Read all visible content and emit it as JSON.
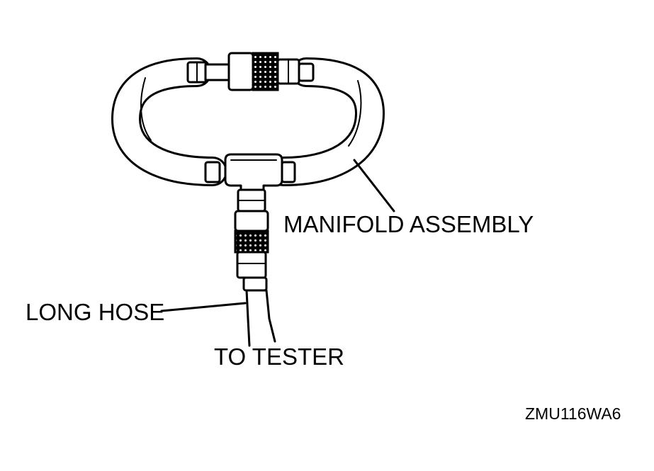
{
  "labels": {
    "manifold_assembly": "MANIFOLD ASSEMBLY",
    "long_hose": "LONG HOSE",
    "to_tester": "TO TESTER",
    "figure_code": "ZMU116WA6"
  },
  "colors": {
    "line": "#000000",
    "background": "#ffffff"
  }
}
